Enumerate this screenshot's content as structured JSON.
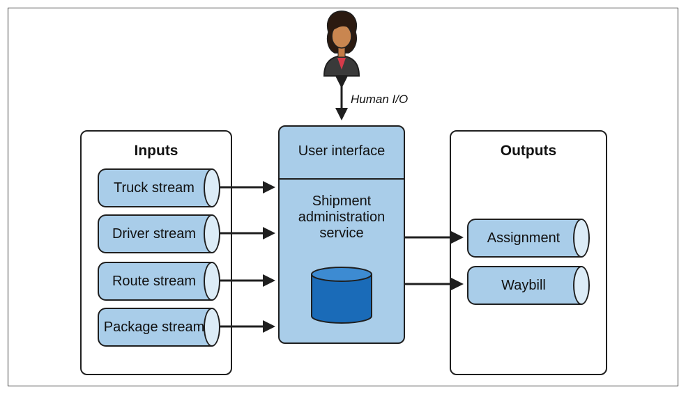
{
  "inputs_panel": {
    "title": "Inputs",
    "streams": [
      "Truck stream",
      "Driver stream",
      "Route stream",
      "Package stream"
    ]
  },
  "outputs_panel": {
    "title": "Outputs",
    "streams": [
      "Assignment",
      "Waybill"
    ]
  },
  "service": {
    "ui_label": "User interface",
    "name_line1": "Shipment",
    "name_line2": "administration",
    "name_line3": "service"
  },
  "human_io_label": "Human I/O",
  "colors": {
    "box_fill": "#a9cde9",
    "cap_fill": "#dcecf7",
    "database_fill": "#1a6bb8",
    "stroke": "#1f1f1f"
  }
}
